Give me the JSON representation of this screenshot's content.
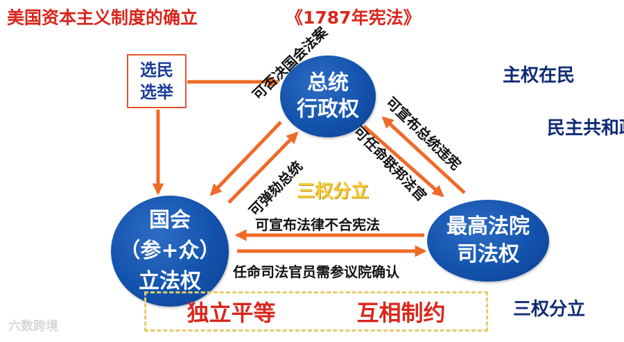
{
  "title": "美国资本主义制度的确立",
  "subtitle": "《1787年宪法》",
  "voters": {
    "line1": "选民",
    "line2": "选举"
  },
  "nodes": {
    "executive": {
      "line1": "总统",
      "line2": "行政权"
    },
    "legislative": {
      "line1": "国会",
      "line2": "（参+众）",
      "line3": "立法权"
    },
    "judicial": {
      "line1": "最高法院",
      "line2": "司法权"
    }
  },
  "side_labels": {
    "top": "主权在民",
    "right": "民主共和政体",
    "bottom": "三权分立"
  },
  "center": "三权分立",
  "edges": {
    "veto": "可否决国会法案",
    "impeach": "可弹劾总统",
    "appoint_judges": "可任命联邦法官",
    "declare_unconst_president": "可宣布总统违宪",
    "declare_unconst_law": "可宣布法律不合宪法",
    "senate_confirm": "任命司法官员需参议院确认"
  },
  "bottom_box": {
    "left": "独立平等",
    "right": "互相制约"
  },
  "watermark": "六数跨境",
  "colors": {
    "title_red": "#d9261c",
    "node_blue": "#1353ad",
    "arrow_orange": "#ef6a28",
    "text_navy": "#0f2b75",
    "gold": "#f5cd3c"
  }
}
